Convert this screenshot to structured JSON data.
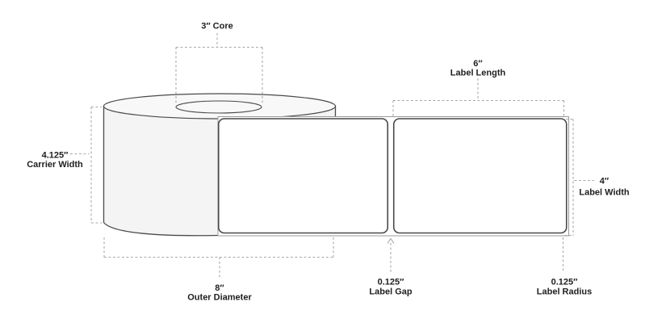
{
  "diagram": {
    "description": "Label roll dimension diagram",
    "colors": {
      "background": "#ffffff",
      "outline": "#4a4a4a",
      "dimension_lines": "#a6a6a6",
      "roll_front_fill": "#f4f4f4",
      "roll_top_fill": "#f8f8f8",
      "label_fill": "#ffffff",
      "text": "#1f1f1f"
    },
    "annotations": {
      "core": {
        "text": "3″ Core"
      },
      "label_length": {
        "value": "6″",
        "label": "Label Length"
      },
      "carrier_width": {
        "value": "4.125″",
        "label": "Carrier Width"
      },
      "label_width": {
        "value": "4″",
        "label": "Label Width"
      },
      "outer_diameter": {
        "value": "8″",
        "label": "Outer Diameter"
      },
      "label_gap": {
        "value": "0.125″",
        "label": "Label Gap"
      },
      "label_radius": {
        "value": "0.125″",
        "label": "Label Radius"
      }
    }
  }
}
